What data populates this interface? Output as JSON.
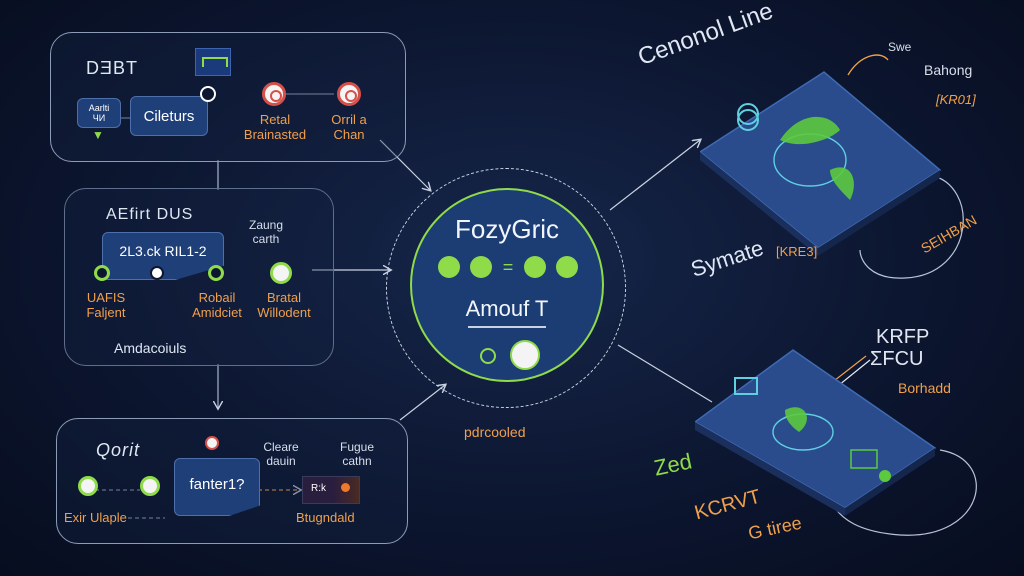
{
  "top_box": {
    "title": "DƎBT",
    "small_label": "Aarlti",
    "small_sublabel": "ЧИ",
    "main_label": "Cileturs",
    "node1_label_line1": "Retal",
    "node1_label_line2": "Brainasted",
    "node2_label_line1": "Orril a",
    "node2_label_line2": "Chan"
  },
  "mid_box": {
    "title": "AEfirt DUS",
    "main_label": "2L3.ck RIL1-2",
    "side_label_line1": "Zaung",
    "side_label_line2": "carth",
    "node1_label_line1": "UAFIS",
    "node1_label_line2": "Faljent",
    "node2_label_line1": "Robail",
    "node2_label_line2": "Amidciet",
    "node3_label_line1": "Bratal",
    "node3_label_line2": "Willodent",
    "footer": "Amdacoiuls"
  },
  "bottom_box": {
    "title": "Qorit",
    "main_label": "fanter1?",
    "label1_line1": "Cleare",
    "label1_line2": "dauin",
    "label2_line1": "Fugue",
    "label2_line2": "cathn",
    "node_label": "Exir Ulaple",
    "right_label": "Btugndald",
    "thumb_label": "R:k"
  },
  "hub": {
    "title": "FozyGric",
    "sub": "Amouf T",
    "caption": "pdrcooled"
  },
  "right_top": {
    "title": "Cenonol Line",
    "label1": "Swe",
    "label2": "Bahong",
    "tag1": "[KR01]",
    "label3": "Symate",
    "tag2": "[KRE3]",
    "tag3": "SEIHBAN"
  },
  "right_bottom": {
    "label1": "KRFP",
    "label2": "ΣFCU",
    "label3": "Borhadd",
    "label4": "Zed",
    "tag1": "KCRVT",
    "label5": "G tiree"
  },
  "colors": {
    "accent_green": "#8fdb4a",
    "accent_orange": "#f0a04b",
    "hub_blue": "#1c3c74",
    "panel_blue": "#2a4c8d",
    "node_red": "#d6504a"
  }
}
